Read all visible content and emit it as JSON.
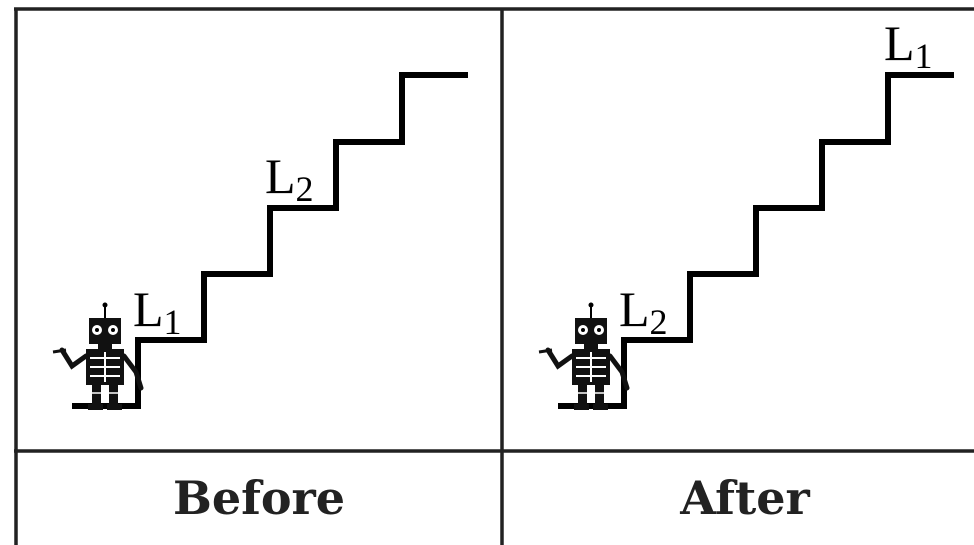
{
  "panels": [
    {
      "caption": "Before",
      "label_upper": {
        "letter": "L",
        "sub": "2"
      },
      "label_lower": {
        "letter": "L",
        "sub": "1"
      }
    },
    {
      "caption": "After",
      "label_upper": {
        "letter": "L",
        "sub": "1"
      },
      "label_lower": {
        "letter": "L",
        "sub": "2"
      }
    }
  ],
  "colors": {
    "line": "#000000",
    "grid": "#222222",
    "background": "#ffffff"
  },
  "icons": [
    "robot-icon",
    "staircase-icon"
  ]
}
